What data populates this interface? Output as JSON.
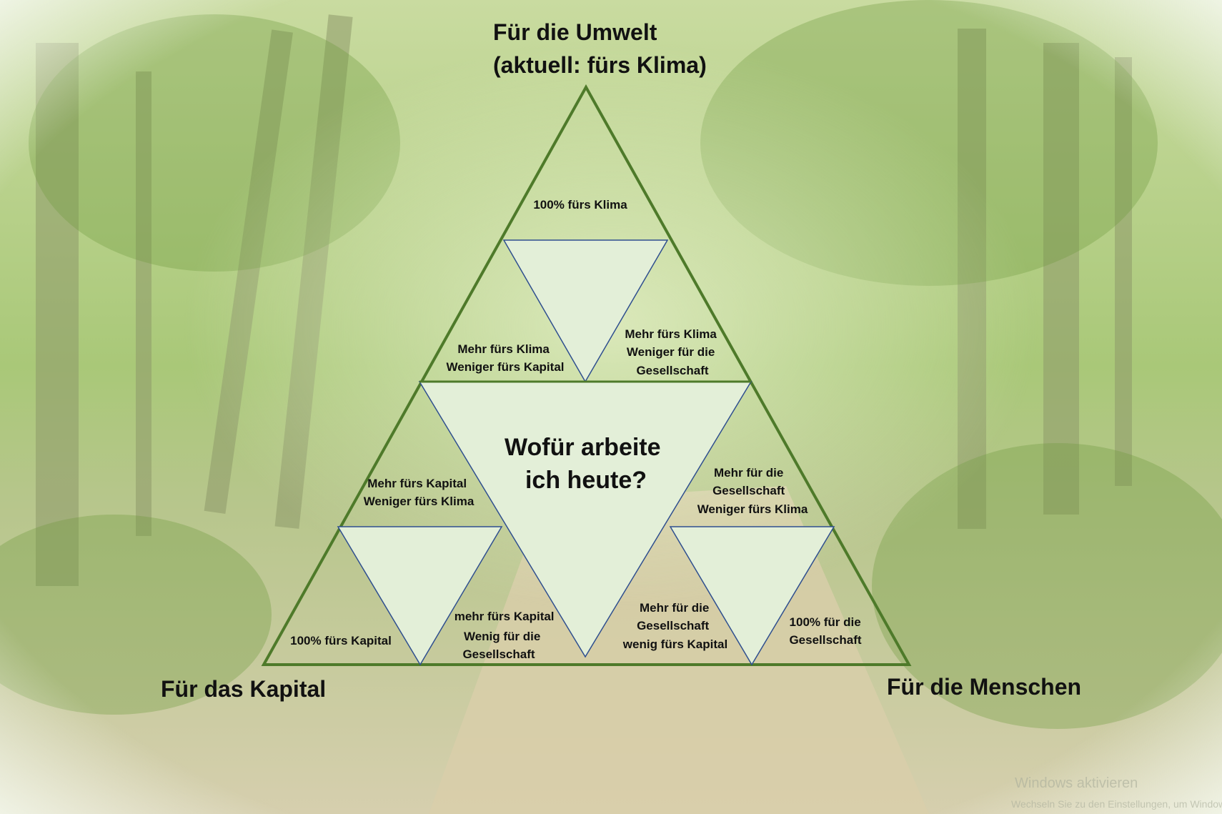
{
  "corners": {
    "top": [
      "Für die Umwelt",
      "(aktuell: fürs Klima)"
    ],
    "left": "Für das Kapital",
    "right": "Für die Menschen"
  },
  "center_question": [
    "Wofür arbeite",
    "ich heute?"
  ],
  "labels": {
    "top_100": "100% fürs Klima",
    "klima_kapital": [
      "Mehr fürs Klima",
      "Weniger fürs Kapital"
    ],
    "klima_gesellschaft": [
      "Mehr fürs Klima",
      "Weniger für die",
      "Gesellschaft"
    ],
    "kapital_klima": [
      "Mehr fürs Kapital",
      "Weniger fürs Klima"
    ],
    "gesellschaft_klima": [
      "Mehr für die",
      "Gesellschaft",
      "Weniger fürs Klima"
    ],
    "left_100": "100% fürs Kapital",
    "kapital_gesellschaft": [
      "mehr fürs Kapital",
      "Wenig für die",
      "Gesellschaft"
    ],
    "gesellschaft_kapital": [
      "Mehr für die",
      "Gesellschaft",
      "wenig fürs Kapital"
    ],
    "right_100": [
      "100% für die",
      "Gesellschaft"
    ]
  },
  "watermark": [
    "Windows aktivieren",
    "Wechseln Sie zu den Einstellungen, um Windows"
  ],
  "colors": {
    "outline": "#4e7a2a",
    "inner_fill": "#e3efd8",
    "inner_stroke": "#2f4f8f"
  }
}
